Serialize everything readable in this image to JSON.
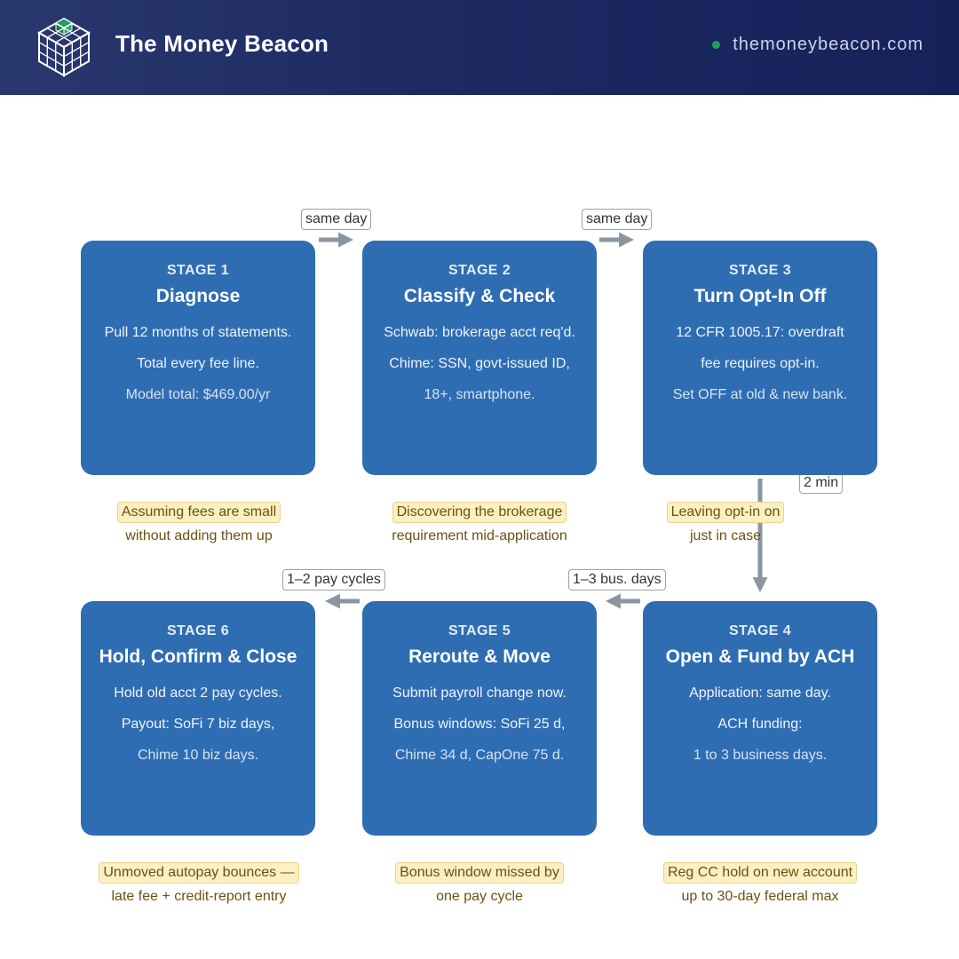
{
  "header": {
    "brand": "The Money Beacon",
    "site": "themoneybeacon.com",
    "logo_icon": "cube-icon",
    "colors": {
      "bg": "#1d2a62",
      "accent": "#1f9d5b"
    }
  },
  "stages": [
    {
      "num": "STAGE 1",
      "title": "Diagnose",
      "lines": [
        "Pull 12 months of statements.",
        "Total every fee line.",
        "Model total: $469.00/yr"
      ],
      "pitfall": {
        "highlight": "Assuming fees are small",
        "rest": "without adding them up"
      }
    },
    {
      "num": "STAGE 2",
      "title": "Classify & Check",
      "lines": [
        "Schwab: brokerage acct req'd.",
        "Chime: SSN, govt-issued ID,",
        "18+, smartphone."
      ],
      "pitfall": {
        "highlight": "Discovering the brokerage",
        "rest": "requirement mid-application"
      }
    },
    {
      "num": "STAGE 3",
      "title": "Turn Opt-In Off",
      "lines": [
        "12 CFR 1005.17: overdraft",
        "fee requires opt-in.",
        "Set OFF at old & new bank."
      ],
      "pitfall": {
        "highlight": "Leaving opt-in on",
        "rest": "just in case"
      }
    },
    {
      "num": "STAGE 4",
      "title": "Open & Fund by ACH",
      "lines": [
        "Application: same day.",
        "ACH funding:",
        "1 to 3 business days."
      ],
      "pitfall": {
        "highlight": "Reg CC hold on new account",
        "rest": "up to 30-day federal max"
      }
    },
    {
      "num": "STAGE 5",
      "title": "Reroute & Move",
      "lines": [
        "Submit payroll change now.",
        "Bonus windows: SoFi 25 d,",
        "Chime 34 d, CapOne 75 d."
      ],
      "pitfall": {
        "highlight": "Bonus window missed by",
        "rest": "one pay cycle"
      }
    },
    {
      "num": "STAGE 6",
      "title": "Hold, Confirm & Close",
      "lines": [
        "Hold old acct 2 pay cycles.",
        "Payout: SoFi 7 biz days,",
        "Chime 10 biz days."
      ],
      "pitfall": {
        "highlight": "Unmoved autopay bounces —",
        "rest": "late fee + credit-report entry"
      }
    }
  ],
  "transitions": [
    {
      "from": "STAGE 1",
      "to": "STAGE 2",
      "label": "same day"
    },
    {
      "from": "STAGE 2",
      "to": "STAGE 3",
      "label": "same day"
    },
    {
      "from": "STAGE 3",
      "to": "STAGE 4",
      "label": "2 min"
    },
    {
      "from": "STAGE 4",
      "to": "STAGE 5",
      "label": "1–3 bus. days"
    },
    {
      "from": "STAGE 5",
      "to": "STAGE 6",
      "label": "1–2 pay cycles"
    }
  ]
}
